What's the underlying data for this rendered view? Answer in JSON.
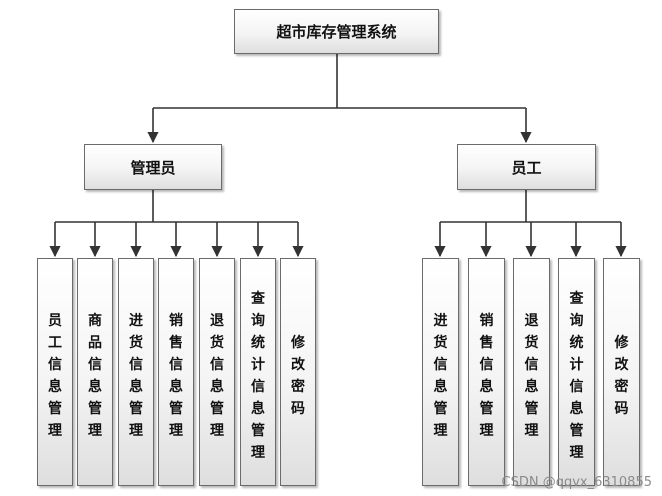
{
  "root": {
    "label": "超市库存管理系统"
  },
  "admin": {
    "label": "管理员",
    "functions": [
      "员工信息管理",
      "商品信息管理",
      "进货信息管理",
      "销售信息管理",
      "退货信息管理",
      "查询统计信息管理",
      "修改密码"
    ]
  },
  "staff": {
    "label": "员工",
    "functions": [
      "进货信息管理",
      "销售信息管理",
      "退货信息管理",
      "查询统计信息管理",
      "修改密码"
    ]
  },
  "watermark": "CSDN @qqvx_6310855"
}
